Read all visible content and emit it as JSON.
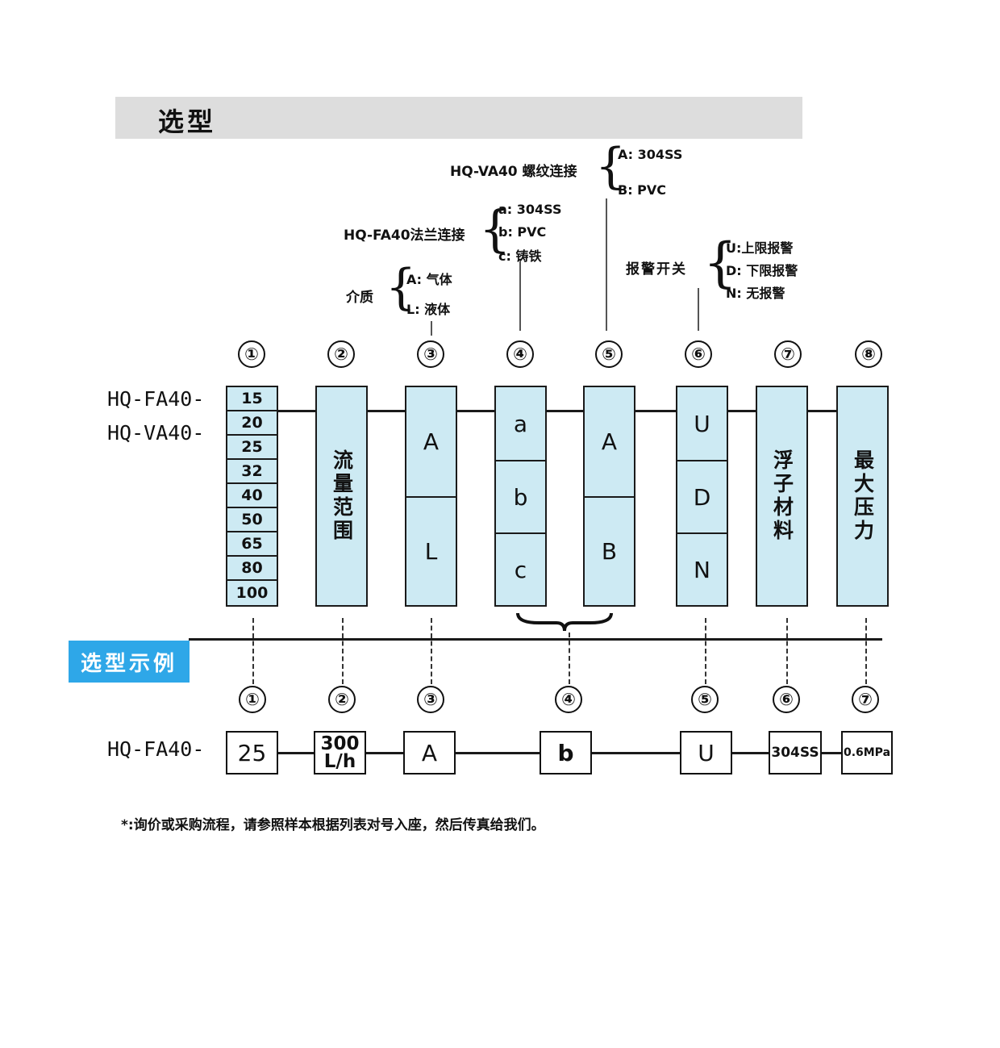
{
  "header": {
    "title": "选型"
  },
  "options": {
    "va40": {
      "label": "HQ-VA40 螺纹连接",
      "items": [
        "A: 304SS",
        "B: PVC"
      ]
    },
    "fa40": {
      "label": "HQ-FA40法兰连接",
      "items": [
        "a: 304SS",
        "b: PVC",
        "c: 铸铁"
      ]
    },
    "medium": {
      "label": "介质",
      "items": [
        "A: 气体",
        "L: 液体"
      ]
    },
    "alarm": {
      "label": "报警开关",
      "items": [
        "U:上限报警",
        "D: 下限报警",
        "N: 无报警"
      ]
    }
  },
  "top_numbers": [
    "①",
    "②",
    "③",
    "④",
    "⑤",
    "⑥",
    "⑦",
    "⑧"
  ],
  "models": {
    "fa": "HQ-FA40-",
    "va": "HQ-VA40-"
  },
  "columns": {
    "sizes": [
      "15",
      "20",
      "25",
      "32",
      "40",
      "50",
      "65",
      "80",
      "100"
    ],
    "flow": "流量范围",
    "medium": [
      "A",
      "L"
    ],
    "flange_material": [
      "a",
      "b",
      "c"
    ],
    "thread_material": [
      "A",
      "B"
    ],
    "alarm": [
      "U",
      "D",
      "N"
    ],
    "float_material": "浮子材料",
    "max_pressure": "最大压力"
  },
  "example": {
    "badge": "选型示例",
    "numbers": [
      "①",
      "②",
      "③",
      "④",
      "⑤",
      "⑥",
      "⑦"
    ],
    "model": "HQ-FA40-",
    "values": [
      "25",
      "300\nL/h",
      "A",
      "b",
      "U",
      "304SS",
      "0.6MPa"
    ]
  },
  "note": "*:询价或采购流程，请参照样本根据列表对号入座，然后传真给我们。"
}
